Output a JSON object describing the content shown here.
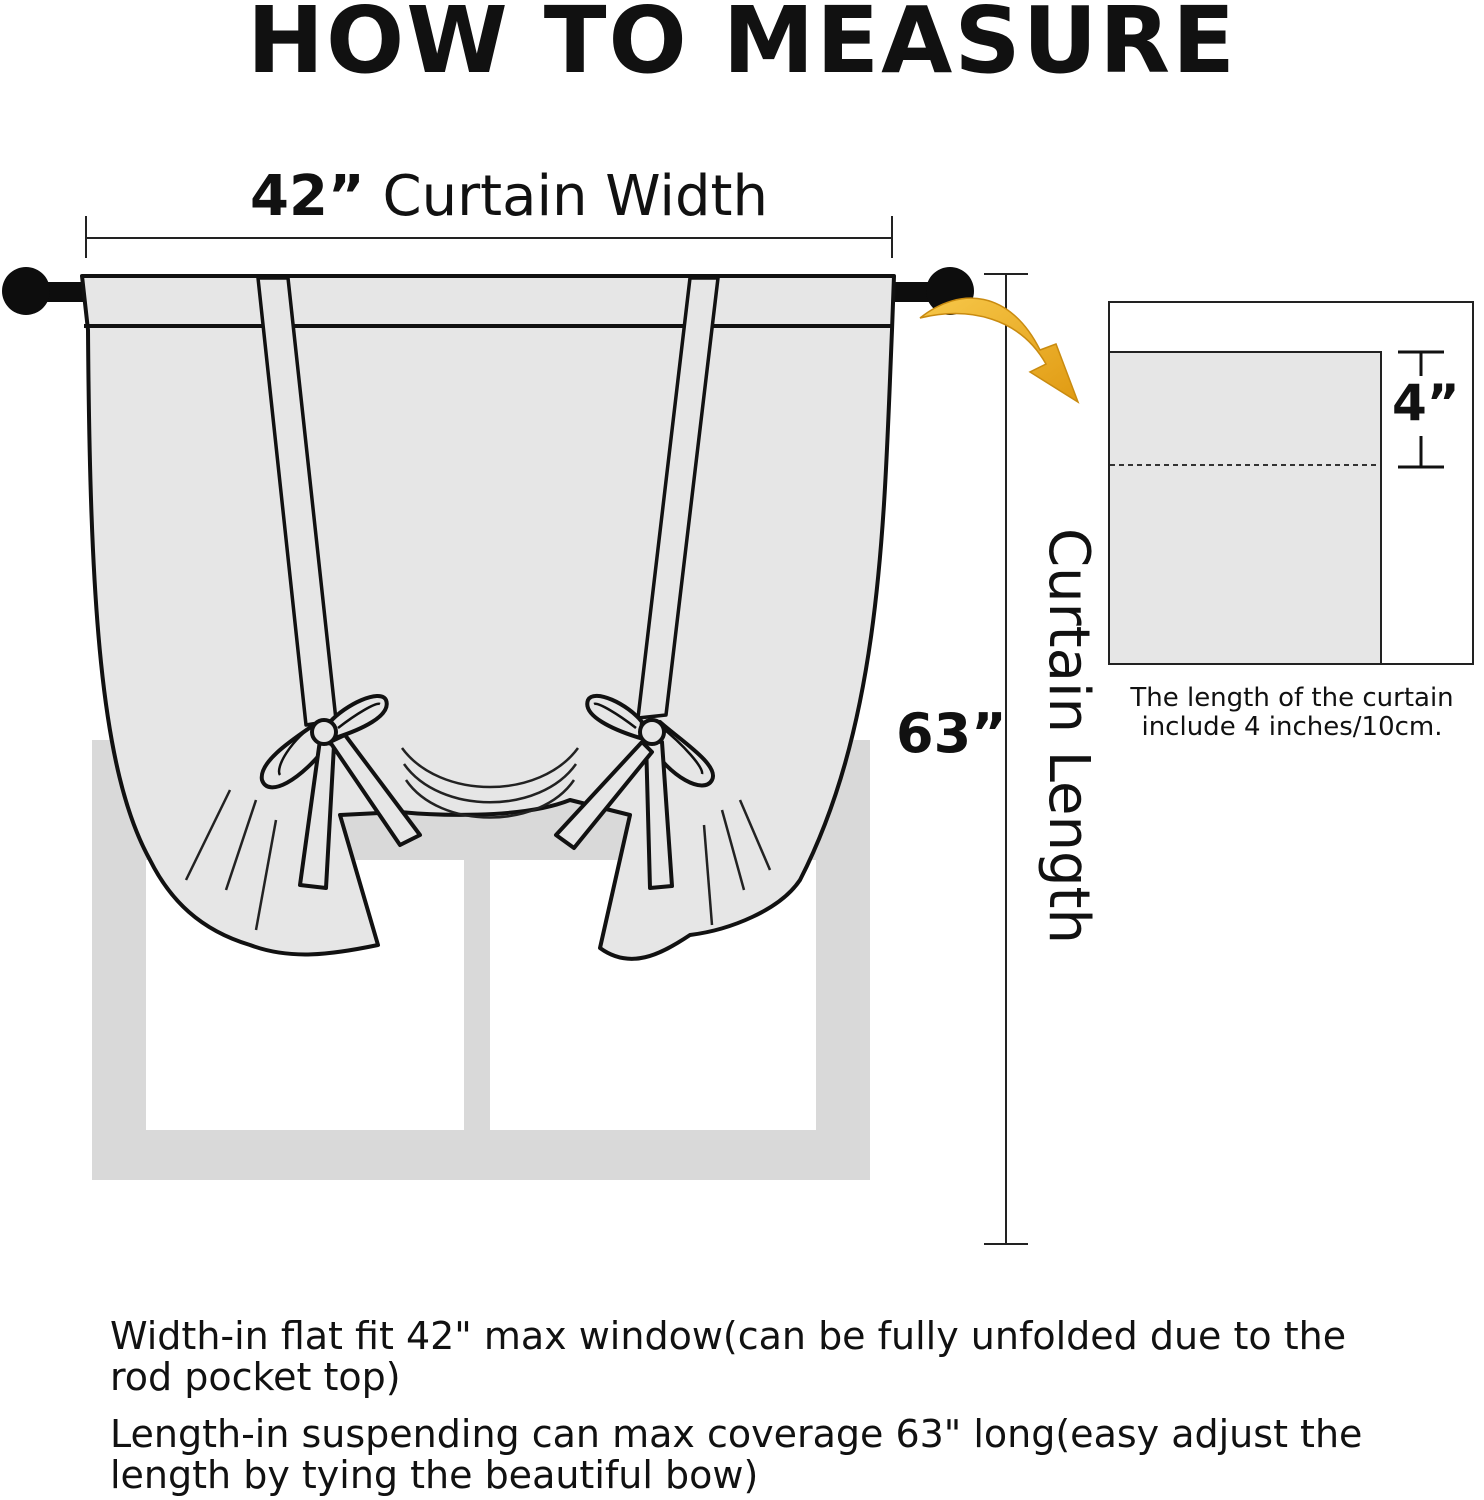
{
  "title": "HOW TO MEASURE",
  "width_dimension": {
    "value": "42”",
    "label": "Curtain Width"
  },
  "length_dimension": {
    "value": "63”",
    "label": "Curtain Length"
  },
  "rod_pocket": {
    "value": "4”",
    "note_line_1": "The length of the curtain",
    "note_line_2": "include 4 inches/10cm."
  },
  "descriptions": [
    "Width-in flat fit 42\" max window(can be fully unfolded due to the rod pocket top)",
    "Length-in suspending can max coverage 63\" long(easy adjust the length by tying the beautiful bow)"
  ],
  "colors": {
    "curtain_fill": "#e6e6e6",
    "window_frame": "#d9d9d9",
    "outline": "#111111",
    "arrow_gold": "#f2b01e"
  }
}
